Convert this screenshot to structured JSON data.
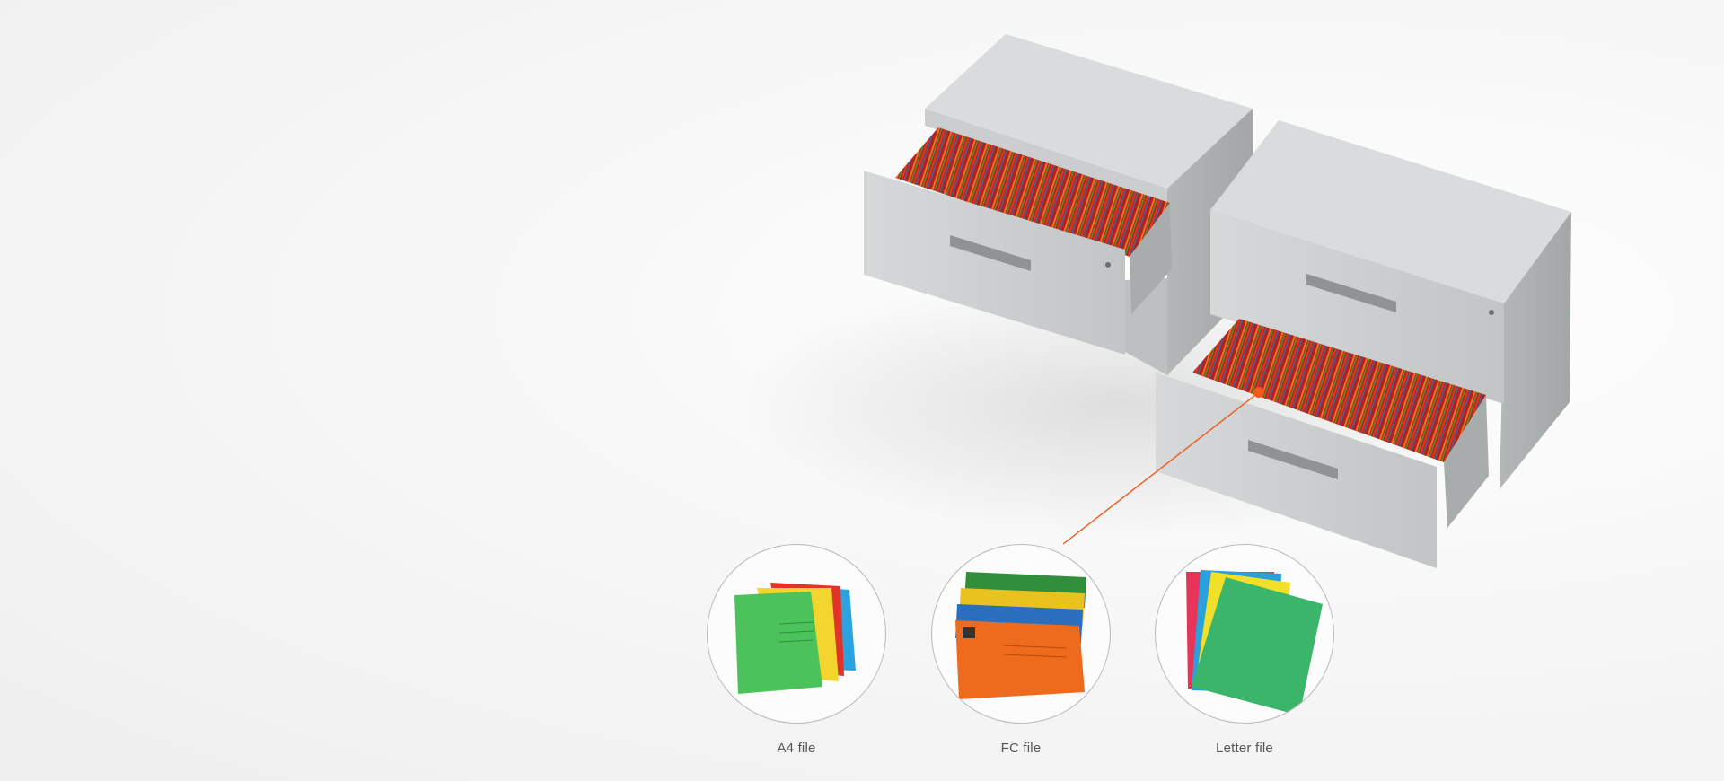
{
  "files": [
    {
      "label": "A4 file",
      "icon": "a4-hanging-file-icon"
    },
    {
      "label": "FC file",
      "icon": "fc-hanging-file-icon"
    },
    {
      "label": "Letter file",
      "icon": "letter-hanging-file-icon"
    }
  ],
  "colors": {
    "accent": "#f05a1a",
    "cabinet": "#cfd1d2",
    "folder_stripes": [
      "#b5211a",
      "#d63b1f",
      "#e7742a",
      "#5a8f2a",
      "#2f6fb0",
      "#c9a21f"
    ]
  }
}
